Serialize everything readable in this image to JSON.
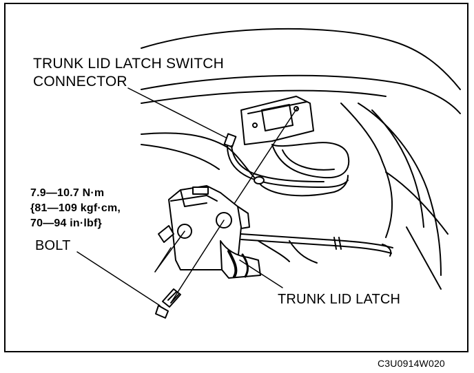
{
  "callouts": {
    "connector_line1": "TRUNK LID LATCH SWITCH",
    "connector_line2": "CONNECTOR",
    "torque_line1": "7.9—10.7 N·m",
    "torque_line2": "{81—109 kgf·cm,",
    "torque_line3": "70—94 in·lbf}",
    "bolt": "BOLT",
    "latch": "TRUNK LID LATCH"
  },
  "figure_code": "C3U0914W020"
}
